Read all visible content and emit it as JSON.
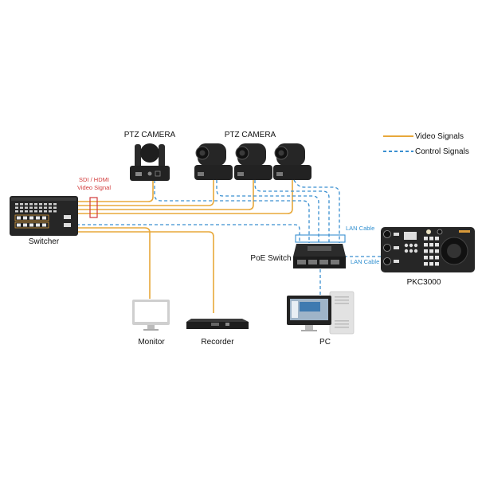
{
  "diagram": {
    "legend": {
      "video": {
        "label": "Video Signals",
        "color": "#e8a83a"
      },
      "control": {
        "label": "Control Signals",
        "color": "#3a8fd0"
      }
    },
    "nodes": {
      "ptz_single_label": "PTZ CAMERA",
      "ptz_group_label": "PTZ CAMERA",
      "switcher": "Switcher",
      "poe_switch": "PoE Switch",
      "controller": "PKC3000",
      "monitor": "Monitor",
      "recorder": "Recorder",
      "pc": "PC"
    },
    "annotations": {
      "sdi_hdmi_line1": "SDI / HDMI",
      "sdi_hdmi_line2": "Video Signal",
      "lan_cable_top": "LAN Cable",
      "lan_cable_right": "LAN Cable"
    },
    "colors": {
      "sdi_marker": "#d23b3b",
      "lan_marker": "#3a8fd0"
    }
  }
}
